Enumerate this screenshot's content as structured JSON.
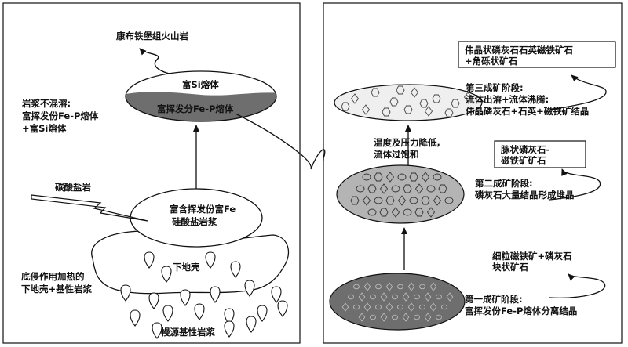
{
  "left_panel": {
    "volcanic_rock": "康布铁堡组火山岩",
    "si_melt": "富Si熔体",
    "fep_melt": "富挥发分Fe-P熔体",
    "immiscibility": [
      "岩浆不混溶:",
      "富挥发份Fe-P熔体",
      "+富Si熔体"
    ],
    "carbonate_rock": "碳酸盐岩",
    "silicate_magma": [
      "富含挥发份富Fe",
      "硅酸盐岩浆"
    ],
    "lower_crust": "下地壳",
    "underplating": [
      "底侵作用加热的",
      "下地壳+基性岩浆"
    ],
    "mantle_magma": "幔源基性岩浆"
  },
  "right_panel": {
    "ore_3": [
      "伟晶状磷灰石石英磁铁矿石",
      "+角砾状矿石"
    ],
    "stage_3": [
      "第三成矿阶段:",
      "流体出溶+流体沸腾:",
      "伟晶磷灰石+石英+磁铁矿结晶"
    ],
    "conditions": [
      "温度及压力降低,",
      "流体过饱和"
    ],
    "ore_2": [
      "脉状磷灰石-",
      "磁铁矿矿石"
    ],
    "stage_2": [
      "第二成矿阶段:",
      "磷灰石大量结晶形成堆晶"
    ],
    "ore_1": [
      "细粒磁铁矿+磷灰石",
      "块状矿石"
    ],
    "stage_1": [
      "第一成矿阶段:",
      "富挥发份Fe-P熔体分离结晶"
    ]
  },
  "colors": {
    "dark_fill": "#6e6e6e",
    "mid_fill": "#b4b4b4",
    "light_fill": "#efefef",
    "line": "#111111"
  }
}
